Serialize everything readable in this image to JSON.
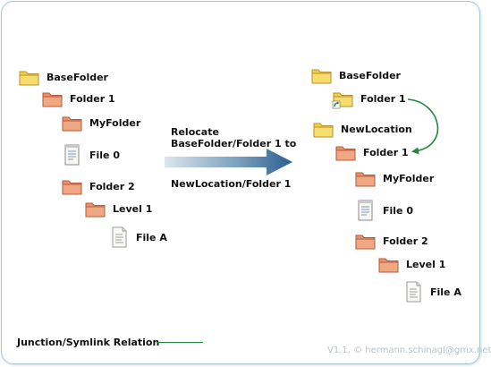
{
  "left_tree": {
    "base_folder": "BaseFolder",
    "folder_1": "Folder 1",
    "my_folder": "MyFolder",
    "file_0": "File 0",
    "folder_2": "Folder 2",
    "level_1": "Level 1",
    "file_a": "File A"
  },
  "operation": {
    "line1": "Relocate",
    "line2": "BaseFolder/Folder 1 to",
    "line3": "NewLocation/Folder 1"
  },
  "right_tree": {
    "base_folder": "BaseFolder",
    "folder_1_link": "Folder 1",
    "new_location": "NewLocation",
    "folder_1": "Folder 1",
    "my_folder": "MyFolder",
    "file_0": "File 0",
    "folder_2": "Folder 2",
    "level_1": "Level 1",
    "file_a": "File A"
  },
  "legend": {
    "label": "Junction/Symlink Relation",
    "line_color": "#1e8a3c"
  },
  "credit": "V1.1, © hermann.schinagl@gmx.net",
  "colors": {
    "yellow_folder": "#f2cf4a",
    "orange_folder": "#e9926a",
    "arrow_start": "#dbe6ec",
    "arrow_end": "#2c5f92",
    "relation_arrow": "#1e8a3c"
  }
}
